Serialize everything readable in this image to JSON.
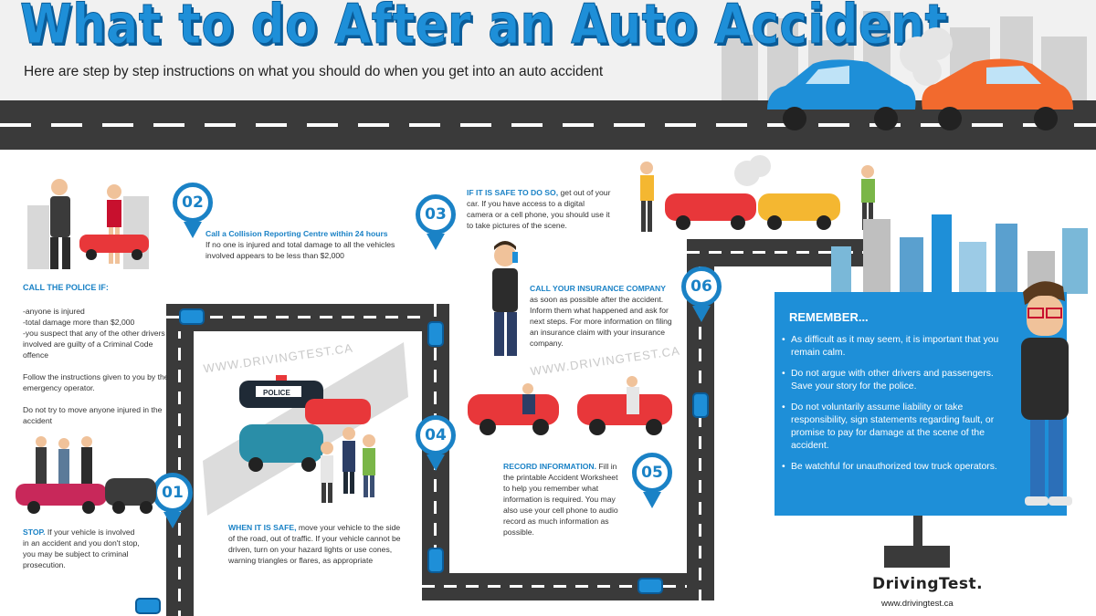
{
  "header": {
    "title": "What to do After an Auto Accident",
    "subtitle": "Here are step by step instructions on what you should do when you get into an auto accident"
  },
  "steps": [
    {
      "number": "01",
      "heading": "STOP.",
      "body": " If your vehicle is involved in an accident and you don't stop, you may be subject to criminal prosecution."
    },
    {
      "number": "02",
      "heading": "Call a Collision Reporting Centre within 24 hours",
      "body": "If no one is injured and total damage to all the vehicles involved appears to be less than $2,000"
    },
    {
      "number": "03",
      "heading": "IF IT IS SAFE TO DO SO,",
      "body": " get out of your car. If you have access to a digital camera or a cell phone, you should use it to take pictures of the scene."
    },
    {
      "number": "04",
      "heading": "WHEN IT IS SAFE,",
      "body": " move your vehicle to the side of the road, out of traffic. If your vehicle cannot be driven, turn on your hazard lights or use cones, warning triangles or flares, as appropriate"
    },
    {
      "number": "05",
      "heading": "RECORD INFORMATION.",
      "body": " Fill in the printable Accident Worksheet to help you remember what information is required. You may also use your cell phone to audio record as much information as possible."
    },
    {
      "number": "06",
      "heading": "CALL YOUR INSURANCE COMPANY",
      "body": " as soon as possible after the accident. Inform them what happened and ask for next steps. For more information on filing an insurance claim with your insurance company."
    }
  ],
  "police": {
    "heading": "CALL THE POLICE IF:",
    "items": [
      "-anyone is injured",
      "-total damage more than $2,000",
      "-you suspect that any of the other drivers involved are guilty of a Criminal Code offence"
    ],
    "note1": "Follow the instructions given to you by the emergency operator.",
    "note2": "Do not try to move anyone injured in the accident"
  },
  "remember": {
    "title": "REMEMBER...",
    "items": [
      "As difficult as it may seem, it is important that you remain calm.",
      "Do not argue with other drivers and passengers. Save your story for the police.",
      "Do not voluntarily assume liability or take responsibility, sign statements regarding fault, or promise to pay for damage at the scene of the accident.",
      "Be watchful for unauthorized tow truck operators."
    ]
  },
  "watermarks": [
    "WWW.DRIVINGTEST.CA",
    "WWW.DRIVINGTEST.CA"
  ],
  "police_car_text": "POLICE",
  "brand": {
    "name": "DrivingTest.",
    "url": "www.drivingtest.ca"
  },
  "colors": {
    "accent": "#1e8fd8",
    "dark_accent": "#0a5c99",
    "road": "#3a3a3a",
    "car_red": "#e8373a",
    "car_yellow": "#f4b731",
    "car_orange": "#f26a2e"
  }
}
